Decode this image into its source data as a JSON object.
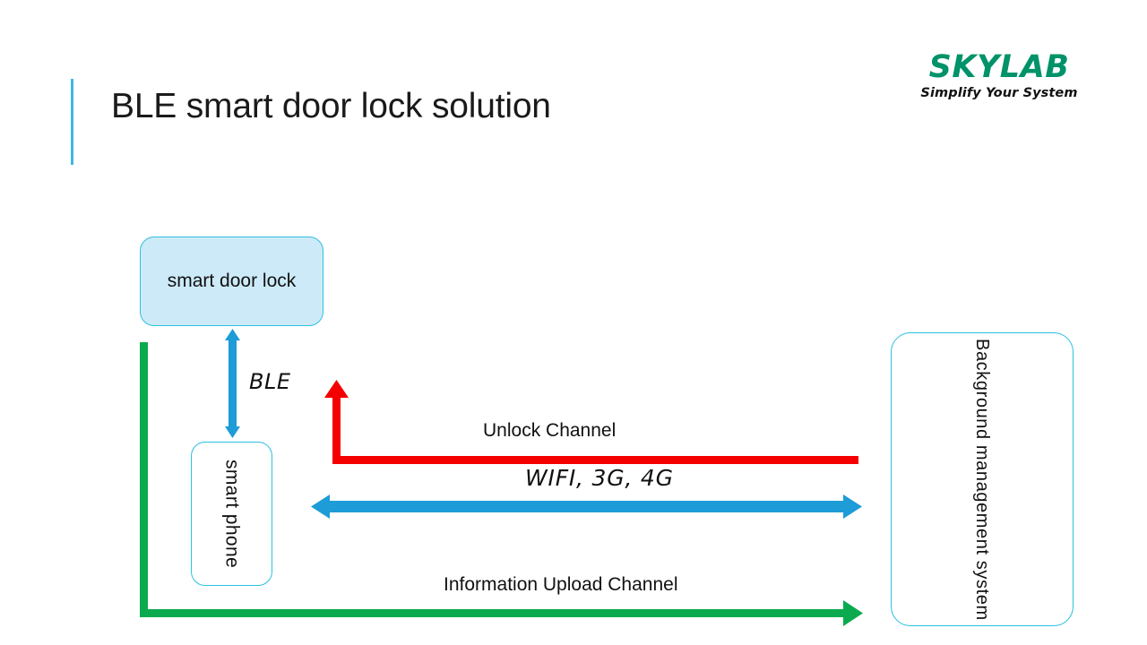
{
  "slide": {
    "title": "BLE smart door lock solution",
    "background_color": "#ffffff"
  },
  "brand": {
    "wordmark": "SKYLAB",
    "tagline": "Simplify Your System",
    "wordmark_color": "#009269",
    "tagline_color": "#111111"
  },
  "diagram": {
    "nodes": [
      {
        "id": "smart-door-lock",
        "label": "smart door lock",
        "orientation": "horizontal",
        "fill": "#cdeaf8",
        "border": "#31c0dd"
      },
      {
        "id": "smart-phone",
        "label": "smart phone",
        "orientation": "vertical",
        "fill": "#ffffff",
        "border": "#2bc0e0"
      },
      {
        "id": "background-management-system",
        "label": "Background  management  system",
        "orientation": "vertical",
        "fill": "#ffffff",
        "border": "#2bc0e0"
      }
    ],
    "connectors": [
      {
        "id": "ble-link",
        "label": "BLE",
        "color": "#1d9cd8",
        "style": "double-arrow-vertical",
        "from": "smart-door-lock",
        "to": "smart-phone"
      },
      {
        "id": "unlock-channel",
        "label": "Unlock Channel",
        "color": "#f50000",
        "style": "elbow-arrow-up-left",
        "from": "background-management-system",
        "to": "smart-phone"
      },
      {
        "id": "wireless-link",
        "label": "WIFI, 3G, 4G",
        "color": "#1d9cd8",
        "style": "double-arrow-horizontal",
        "from": "smart-phone",
        "to": "background-management-system"
      },
      {
        "id": "information-upload-channel",
        "label": "Information Upload Channel",
        "color": "#0baa4e",
        "style": "elbow-arrow-right",
        "from": "smart-door-lock",
        "to": "background-management-system"
      }
    ]
  }
}
